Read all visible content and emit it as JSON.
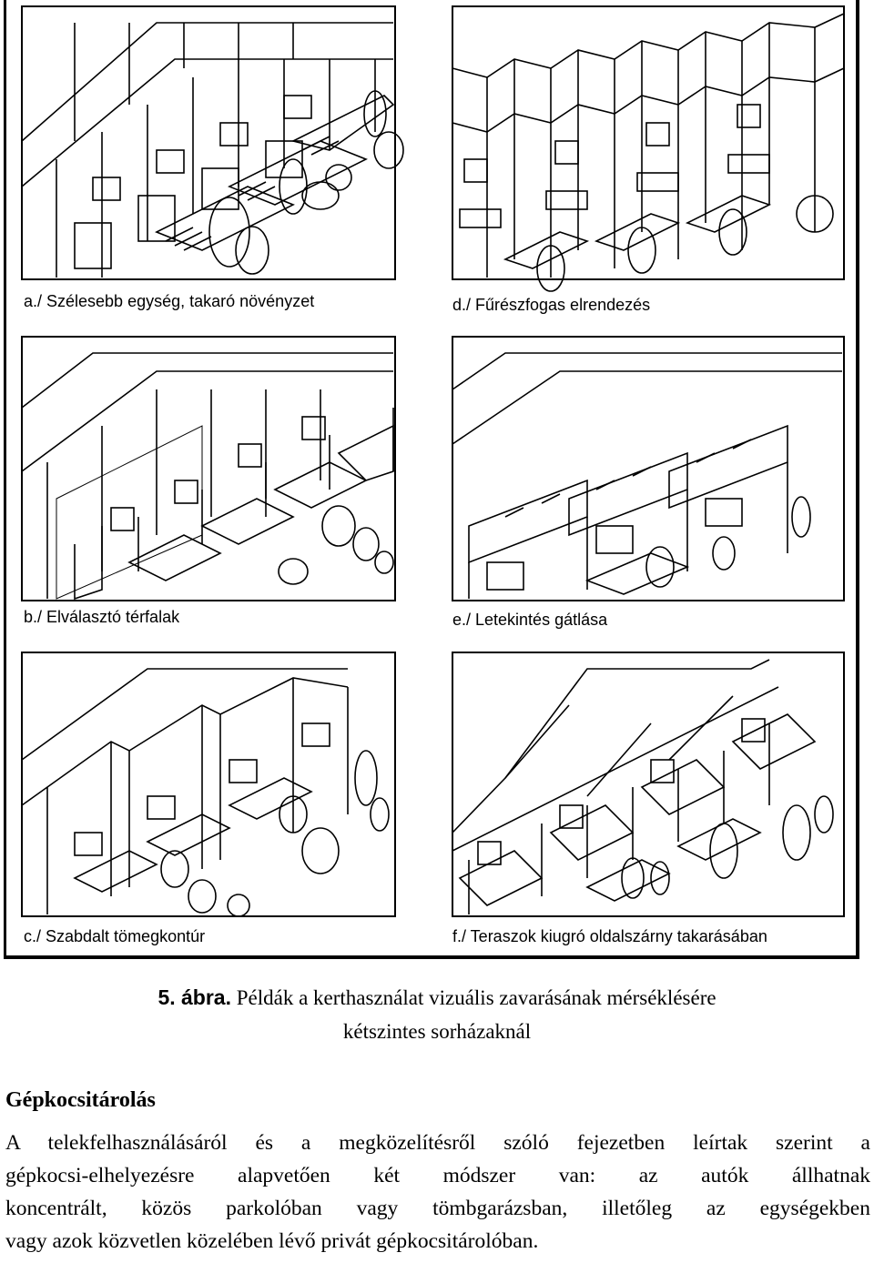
{
  "figure": {
    "panels": [
      {
        "id": "a",
        "label": "a./ Szélesebb egység, takaró növényzet"
      },
      {
        "id": "d",
        "label": "d./ Fűrészfogas elrendezés"
      },
      {
        "id": "b",
        "label": "b./ Elválasztó térfalak"
      },
      {
        "id": "e",
        "label": "e./ Letekintés gátlása"
      },
      {
        "id": "c",
        "label": "c./ Szabdalt tömegkontúr"
      },
      {
        "id": "f",
        "label": "f./ Teraszok kiugró oldalszárny takarásában"
      }
    ]
  },
  "caption": {
    "number": "5. ábra.",
    "line1": " Példák a kerthasználat vizuális zavarásának mérséklésére",
    "line2": "kétszintes sorházaknál"
  },
  "section": {
    "heading": "Gépkocsitárolás",
    "lines": [
      "A telekfelhasználásáról és a megközelítésről szóló fejezetben leírtak szerint a",
      "gépkocsi-elhelyezésre alapvetően két módszer van: az autók állhatnak",
      "koncentrált, közös parkolóban vagy tömbgarázsban, illetőleg az egységekben",
      "vagy azok közvetlen közelében lévő privát gépkocsitárolóban."
    ]
  }
}
